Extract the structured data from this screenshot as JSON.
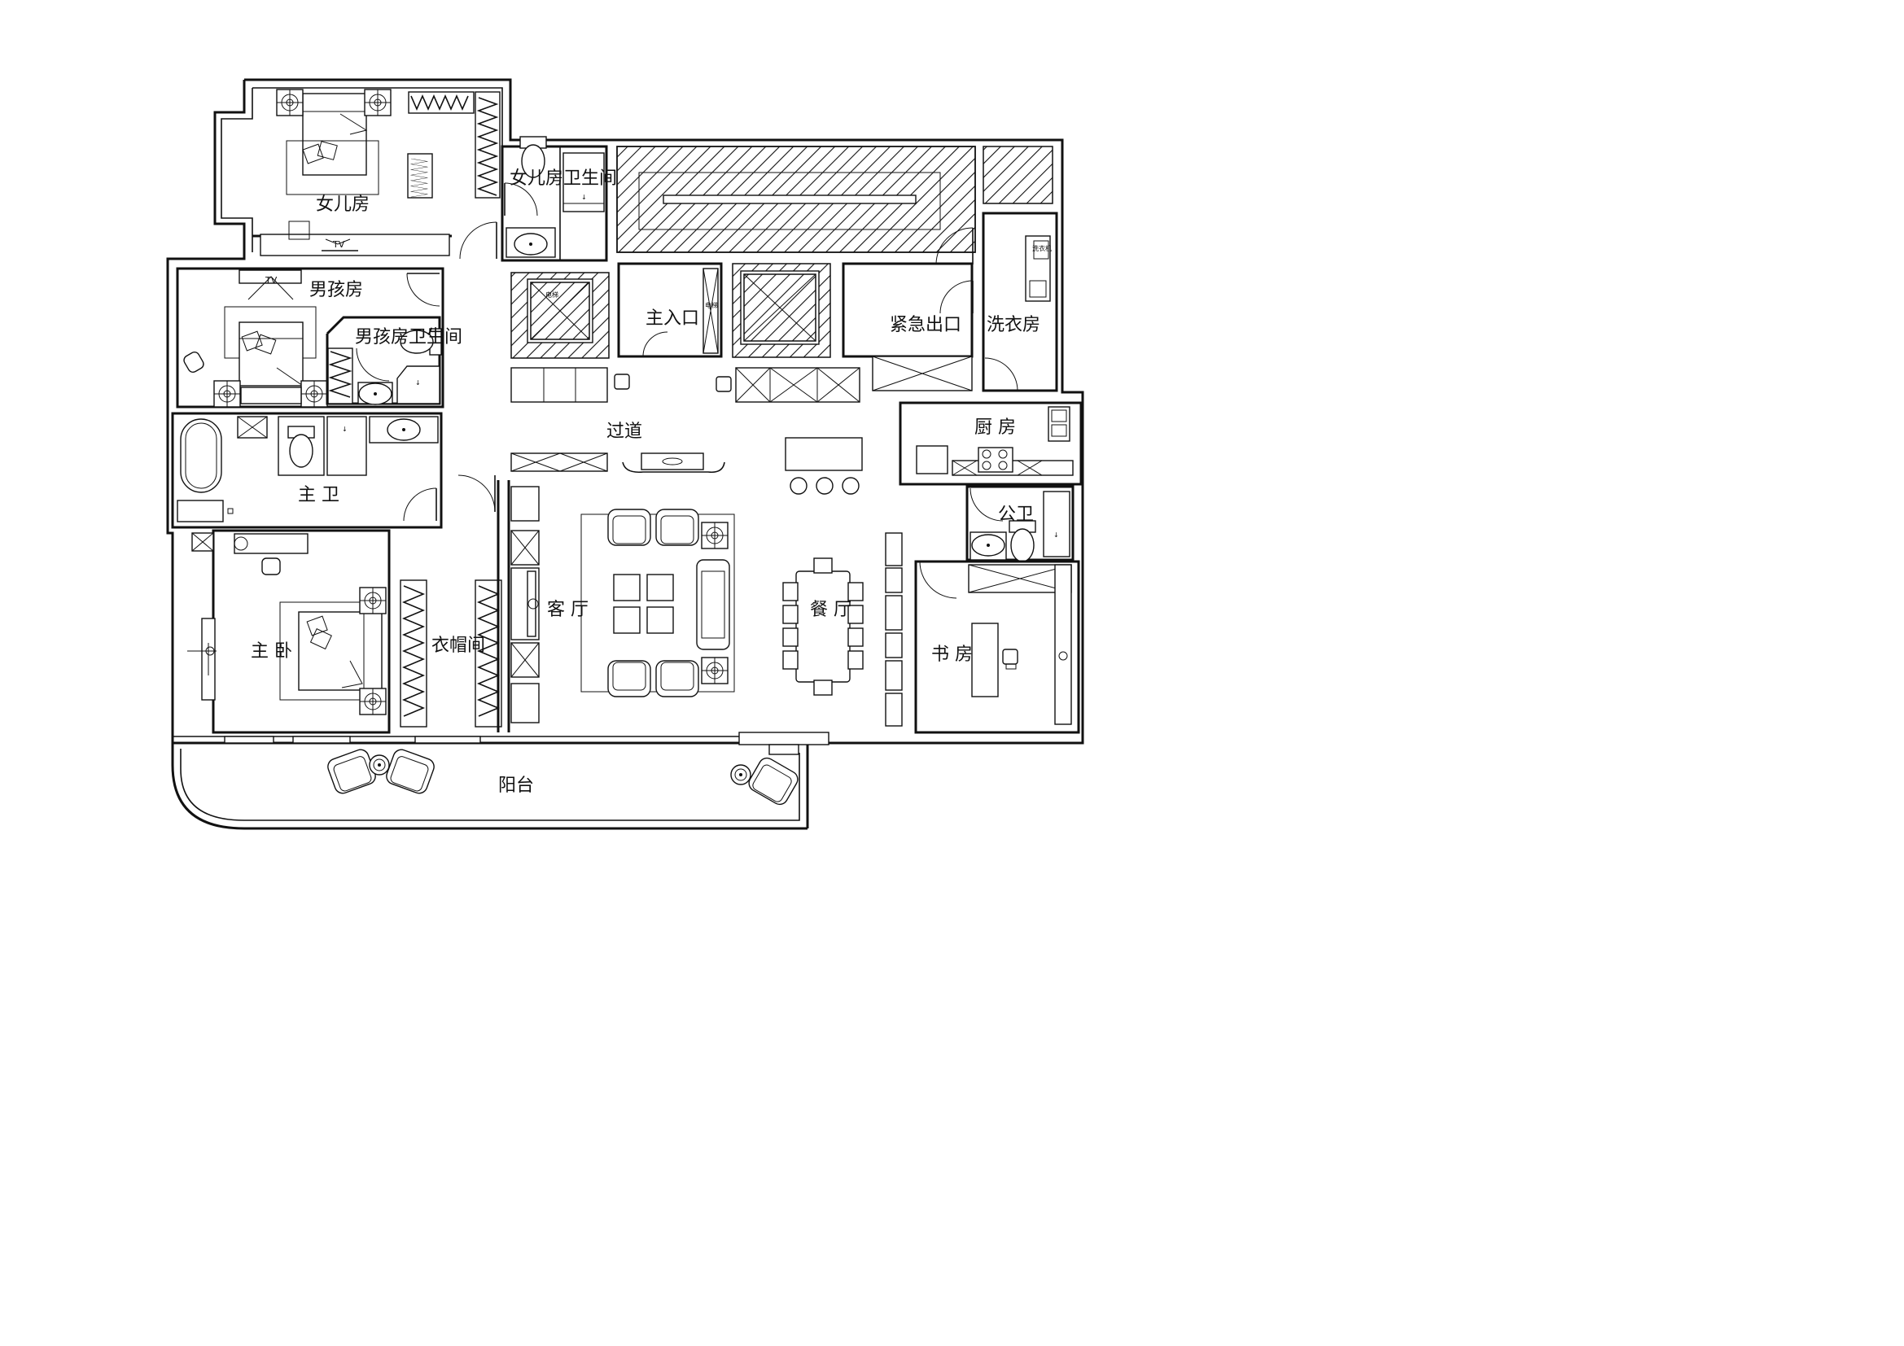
{
  "plan": {
    "rooms": {
      "daughter_room": "女儿房",
      "daughter_bath": "女儿房卫生间",
      "boy_room": "男孩房",
      "boy_bath": "男孩房卫生间",
      "master_bath": "主 卫",
      "master_bedroom": "主 卧",
      "wardrobe": "衣帽间",
      "living_room": "客 厅",
      "dining_room": "餐 厅",
      "corridor": "过道",
      "main_entrance": "主入口",
      "emergency_exit": "紧急出口",
      "laundry": "洗衣房",
      "kitchen": "厨 房",
      "public_bath": "公卫",
      "study": "书 房",
      "balcony": "阳台"
    },
    "tv_label": "TV",
    "small_labels": {
      "washer": "洗衣机",
      "elevator": "电梯"
    },
    "colors": {
      "line": "#111111",
      "background": "#ffffff"
    }
  }
}
